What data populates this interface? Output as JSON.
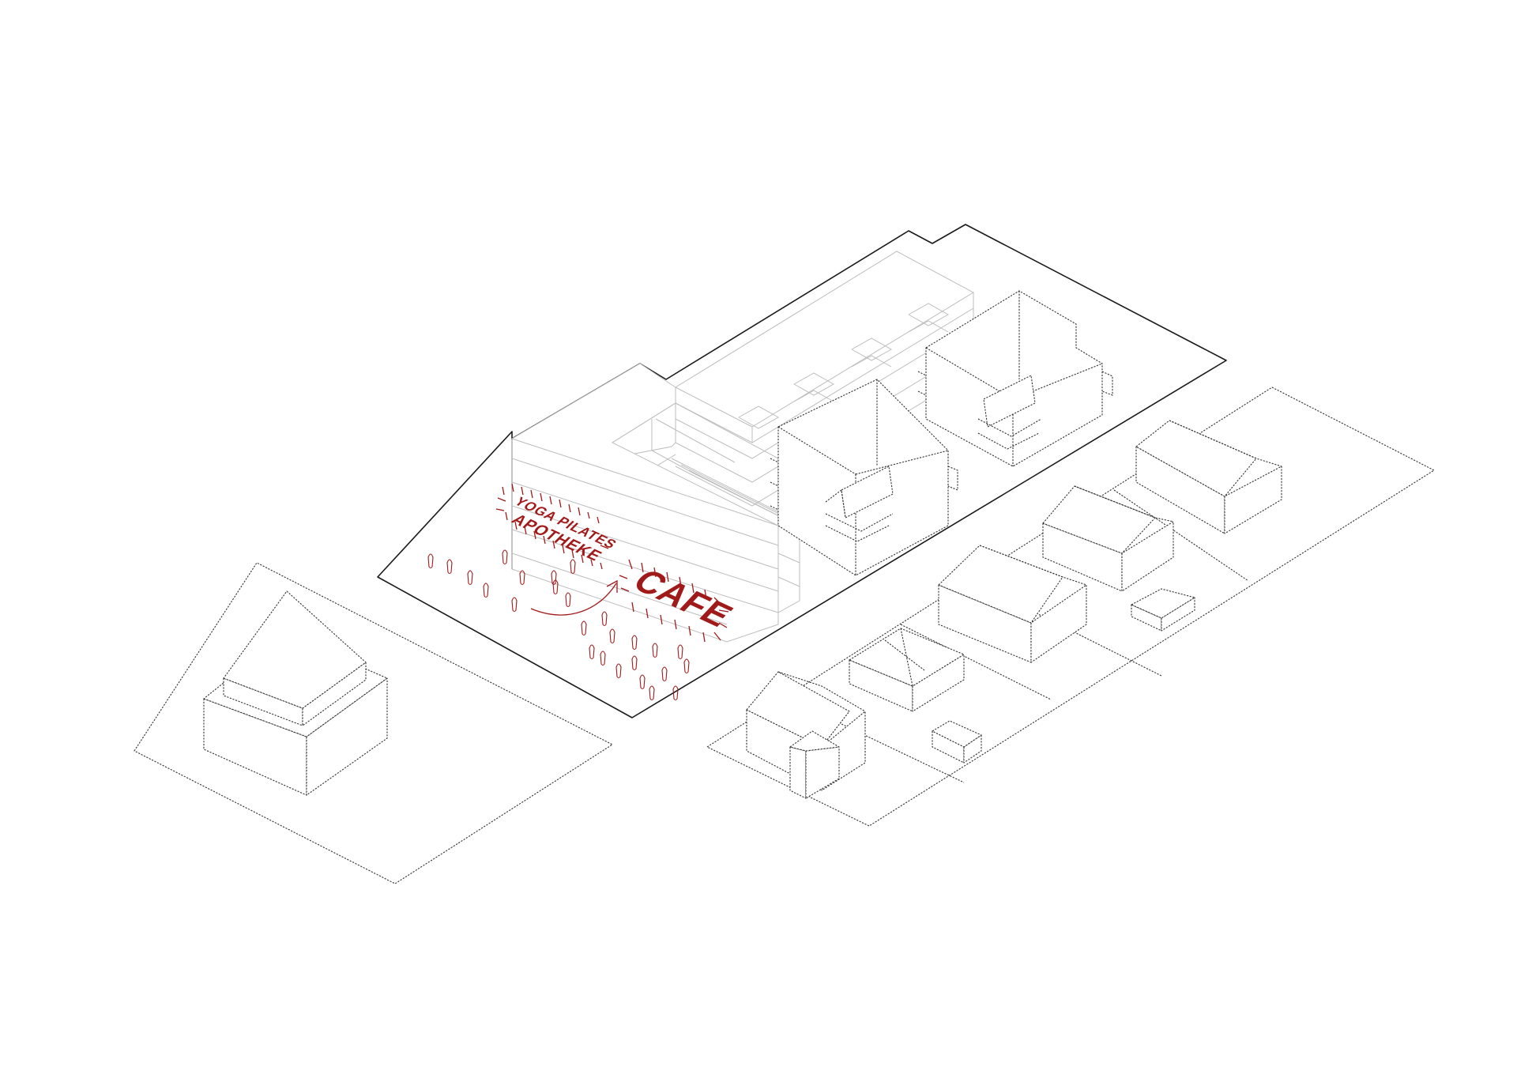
{
  "labels": {
    "yoga_pilates": "YOGA PILATES",
    "apotheke": "APOTHEKE",
    "cafe": "CAFE"
  },
  "colors": {
    "accent": "#a11a1a",
    "line": "#1a1a1a",
    "context": "#333333",
    "ghost": "#bdbdbd"
  }
}
